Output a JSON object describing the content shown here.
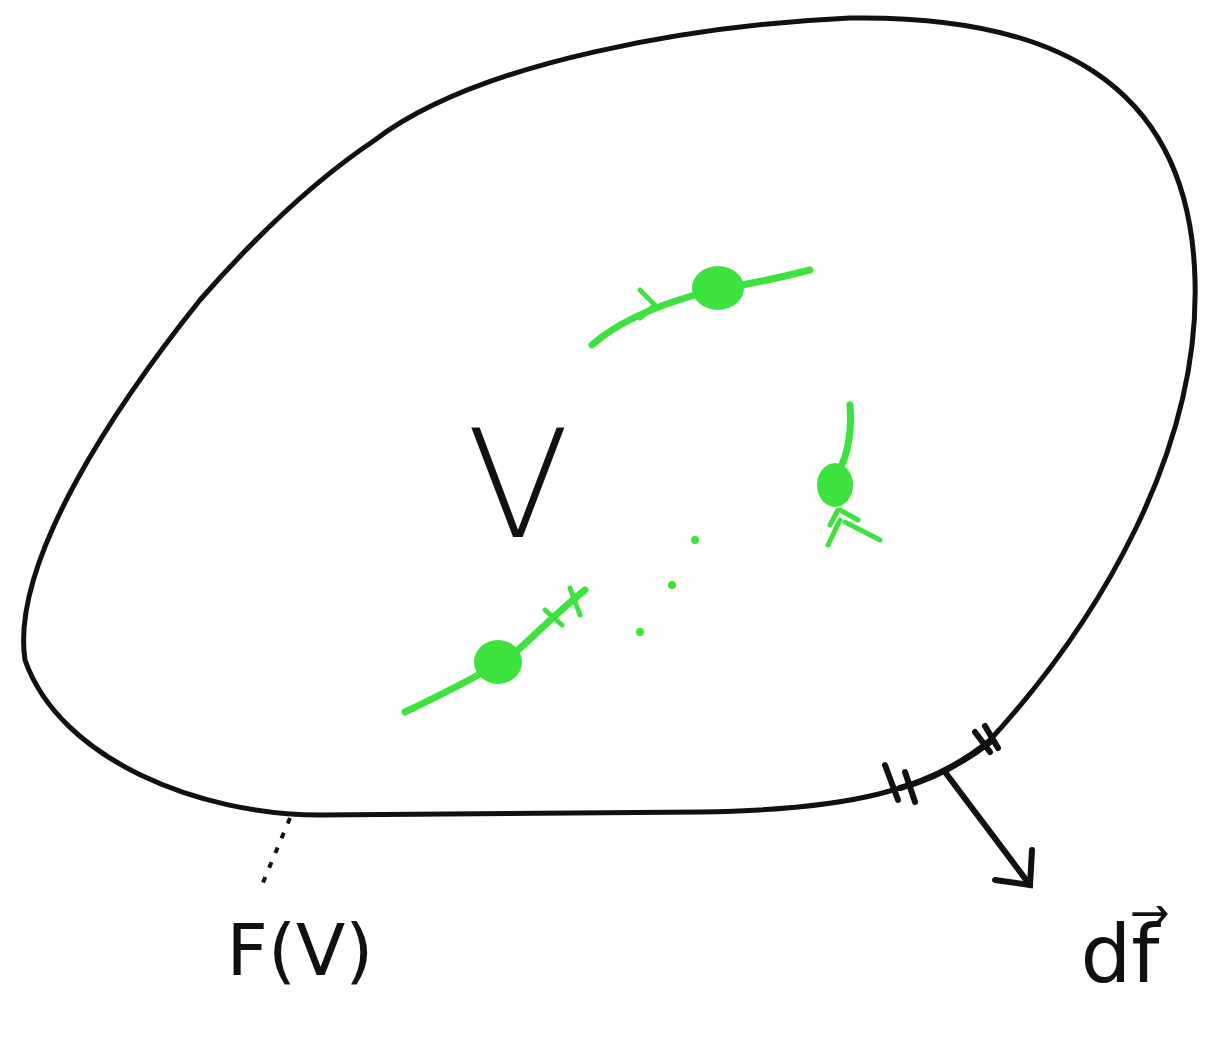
{
  "diagram": {
    "nodes": [
      {
        "text": [
          "V"
        ]
      }
    ],
    "labels": [
      "F(V)",
      "df⃗"
    ]
  }
}
